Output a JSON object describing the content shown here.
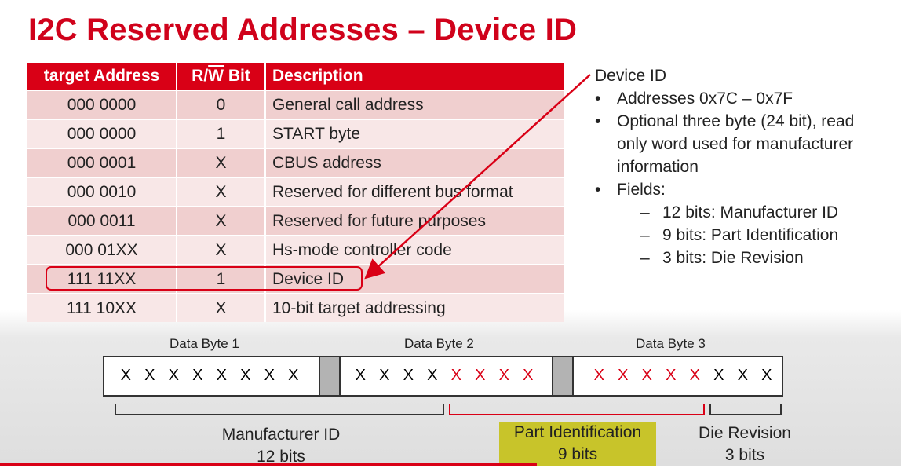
{
  "title": "I2C Reserved Addresses – Device ID",
  "table": {
    "headers": {
      "address": "target Address",
      "rw_prefix": "R/",
      "rw_over": "W",
      "rw_suffix": " Bit",
      "description": "Description"
    },
    "rows": [
      {
        "address": "000 0000",
        "rw": "0",
        "description": "General call address"
      },
      {
        "address": "000 0000",
        "rw": "1",
        "description": "START byte"
      },
      {
        "address": "000 0001",
        "rw": "X",
        "description": "CBUS address"
      },
      {
        "address": "000 0010",
        "rw": "X",
        "description": "Reserved for different bus format"
      },
      {
        "address": "000 0011",
        "rw": "X",
        "description": "Reserved for future purposes"
      },
      {
        "address": "000 01XX",
        "rw": "X",
        "description": "Hs-mode controller code"
      },
      {
        "address": "111 11XX",
        "rw": "1",
        "description": "Device ID"
      },
      {
        "address": "111 10XX",
        "rw": "X",
        "description": "10-bit target addressing"
      }
    ]
  },
  "notes": {
    "heading": "Device ID",
    "bullet1": "Addresses 0x7C – 0x7F",
    "bullet2_l1": "Optional three byte (24 bit), read",
    "bullet2_l2": "only word used for manufacturer",
    "bullet2_l3": "information",
    "bullet3": "Fields:",
    "sub1": "12 bits: Manufacturer ID",
    "sub2": "9 bits: Part Identification",
    "sub3": "3 bits: Die Revision"
  },
  "diagram": {
    "byte1_label": "Data Byte 1",
    "byte2_label": "Data Byte 2",
    "byte3_label": "Data Byte 3",
    "bit": "X",
    "manufacturer_label": "Manufacturer ID",
    "manufacturer_bits": "12 bits",
    "part_label": "Part Identification",
    "part_bits": "9 bits",
    "die_label": "Die Revision",
    "die_bits": "3 bits",
    "colors": {
      "accent": "#d90016",
      "highlight": "#c8c42a"
    }
  }
}
